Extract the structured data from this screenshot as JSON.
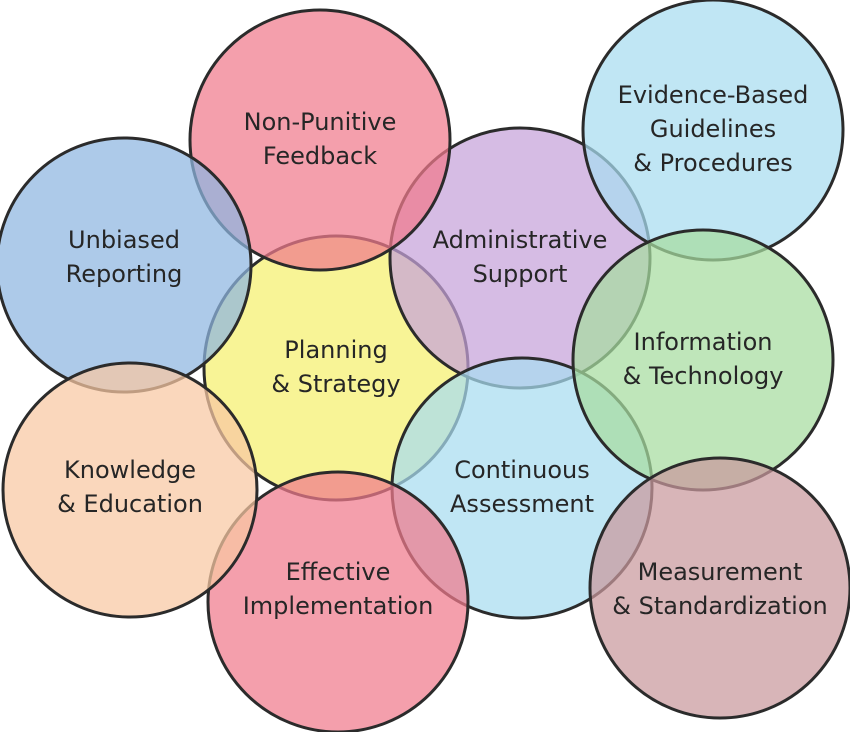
{
  "circles": [
    {
      "id": "planning-strategy",
      "lines": [
        "Planning",
        "& Strategy"
      ],
      "color": "#f5f06e"
    },
    {
      "id": "administrative-support",
      "lines": [
        "Administrative",
        "Support"
      ],
      "color": "#c6a2d9"
    },
    {
      "id": "continuous-assessment",
      "lines": [
        "Continuous",
        "Assessment"
      ],
      "color": "#a8dcf0"
    },
    {
      "id": "non-punitive-feedback",
      "lines": [
        "Non-Punitive",
        "Feedback"
      ],
      "color": "#f07a8c"
    },
    {
      "id": "effective-implementation",
      "lines": [
        "Effective",
        "Implementation"
      ],
      "color": "#f07a8c"
    },
    {
      "id": "unbiased-reporting",
      "lines": [
        "Unbiased",
        "Reporting"
      ],
      "color": "#8db6e0"
    },
    {
      "id": "knowledge-education",
      "lines": [
        "Knowledge",
        "& Education"
      ],
      "color": "#f8c7a2"
    },
    {
      "id": "evidence-based-guidelines",
      "lines": [
        "Evidence-Based",
        "Guidelines",
        "& Procedures"
      ],
      "color": "#a8dcf0"
    },
    {
      "id": "information-technology",
      "lines": [
        "Information",
        "& Technology"
      ],
      "color": "#a6dca0"
    },
    {
      "id": "measurement-standardization",
      "lines": [
        "Measurement",
        "& Standardization"
      ],
      "color": "#c9989c"
    }
  ]
}
